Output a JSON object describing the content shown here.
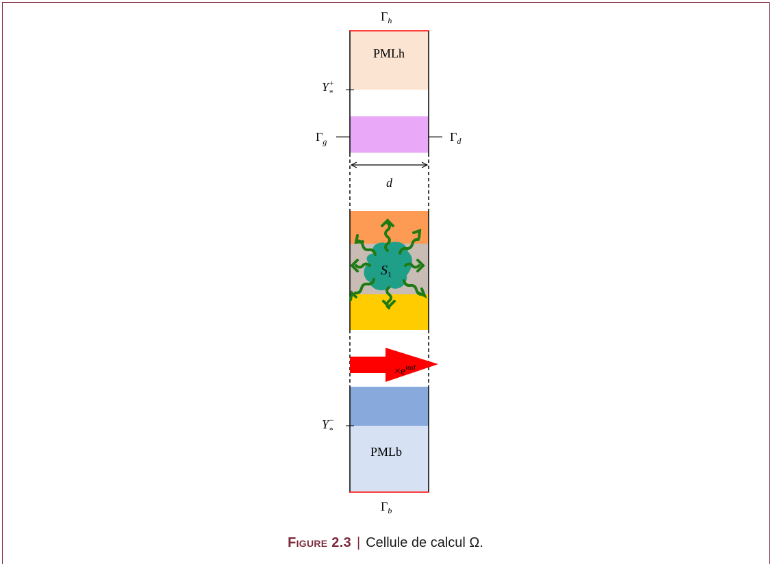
{
  "labels": {
    "top_boundary": {
      "main": "Γ",
      "sub": "h"
    },
    "bottom_boundary": {
      "main": "Γ",
      "sub": "b"
    },
    "left_boundary": {
      "main": "Γ",
      "sub": "g"
    },
    "right_boundary": {
      "main": "Γ",
      "sub": "d"
    },
    "y_plus": {
      "main": "Y",
      "sup": "+",
      "sub": "*"
    },
    "y_minus": {
      "main": "Y",
      "sup": "−",
      "sub": "*"
    },
    "period": "d",
    "pml_top": "PMLh",
    "pml_bottom": "PMLb",
    "scatterer": {
      "main": "S",
      "sub": "1"
    },
    "phase_factor": {
      "main": "×e",
      "sup": "iαd"
    }
  },
  "colors": {
    "pml_top": "#fce4d2",
    "band_violet": "#e9a8f8",
    "band_orange": "#fd9b55",
    "band_grey": "#c8bcb4",
    "band_yellow": "#ffcc00",
    "band_blue_dark": "#87a9dc",
    "pml_bottom": "#d6e2f3",
    "boundary_red": "#ff0000",
    "arrow_red": "#ff0000",
    "scatterer_fill": "#1f9e88",
    "wave_green": "#1e7a12"
  },
  "caption": {
    "label": "Figure 2.3",
    "separator": "|",
    "text": "Cellule de calcul Ω."
  }
}
